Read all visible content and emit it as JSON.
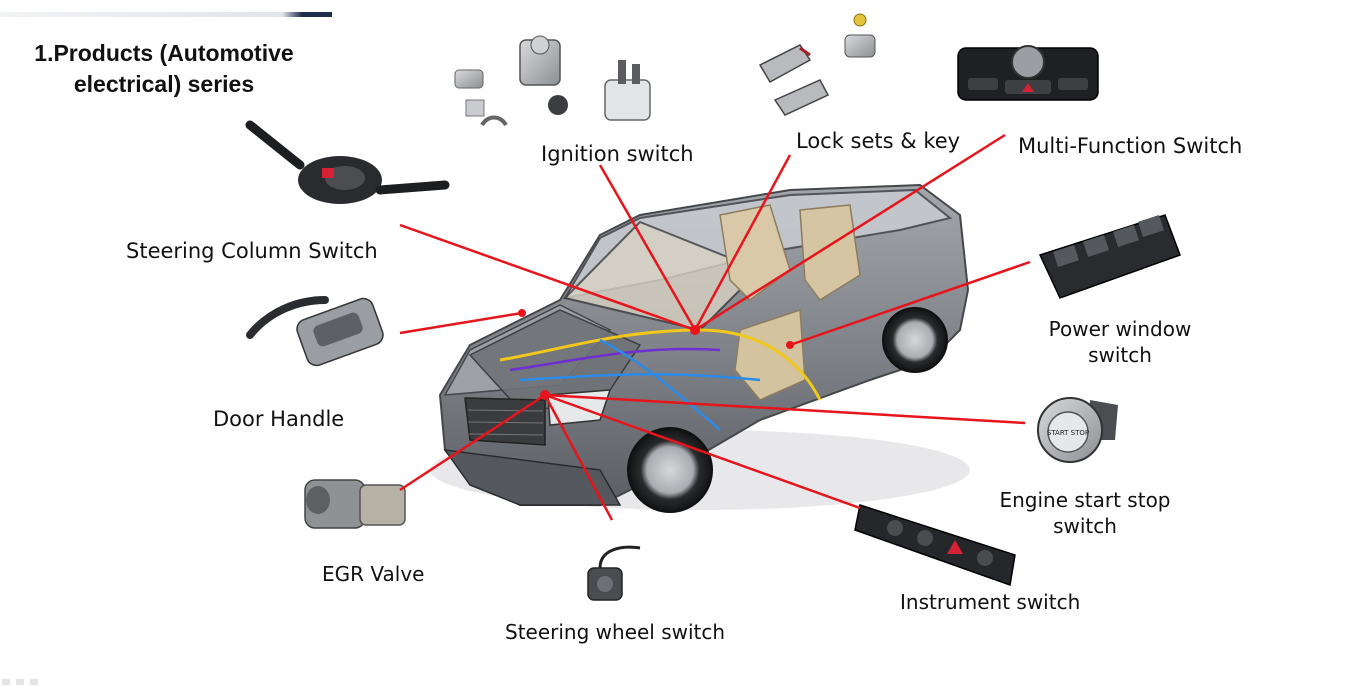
{
  "slide": {
    "title_line1": "1.Products (Automotive",
    "title_line2": "electrical) series"
  },
  "colors": {
    "leader_line": "#e8141c",
    "car_body": "#7b7e84",
    "accent_bar": "#1f2d4d"
  },
  "labels": {
    "ignition_switch": "Ignition switch",
    "lock_sets_key": "Lock sets & key",
    "multi_function_switch": "Multi-Function Switch",
    "steering_column_switch": "Steering Column Switch",
    "door_handle": "Door Handle",
    "power_window_line1": "Power window",
    "power_window_line2": "switch",
    "engine_start_line1": "Engine start stop",
    "engine_start_line2": "switch",
    "egr_valve": "EGR Valve",
    "instrument_switch": "Instrument switch",
    "steering_wheel_switch": "Steering wheel switch"
  },
  "product_images": {
    "start_button_text": "START STOP"
  }
}
